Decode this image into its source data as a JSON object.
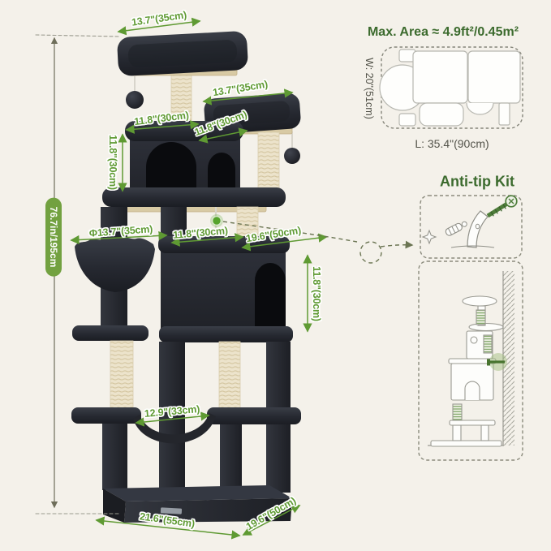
{
  "colors": {
    "background": "#f4f1ea",
    "dimension_green": "#5f9a33",
    "heading_green": "#3c6b2e",
    "pill_green": "#72a140",
    "tree_plush_dark": "#26282e",
    "sisal_post": "#ece3cb",
    "connector_olive": "#6b7553",
    "screw_green": "#4e7d3a"
  },
  "tree_dimensions": {
    "total_height": "76.7in/195cm",
    "top_platform_width": "13.7\"(35cm)",
    "second_platform_width": "13.7\"(35cm)",
    "upper_level_width": "11.8\"(30cm)",
    "upper_level_depth": "11.8\"(30cm)",
    "upper_condo_height": "11.8\"(30cm)",
    "perch_diameter": "Φ13.7\"(35cm)",
    "middle_level_width": "11.8\"(30cm)",
    "middle_level_depth": "19.6\"(50cm)",
    "large_condo_height": "11.8\"(30cm)",
    "hammock_width": "12.9\"(33cm)",
    "base_width": "21.6\"(55cm)",
    "base_depth": "19.6\"(50cm)"
  },
  "max_area_panel": {
    "title": "Max. Area ≈ 4.9ft²/0.45m²",
    "width_label": "W: 20\"(51cm)",
    "length_label": "L: 35.4\"(90cm)"
  },
  "anti_tip_panel": {
    "title": "Anti-tip Kit"
  }
}
